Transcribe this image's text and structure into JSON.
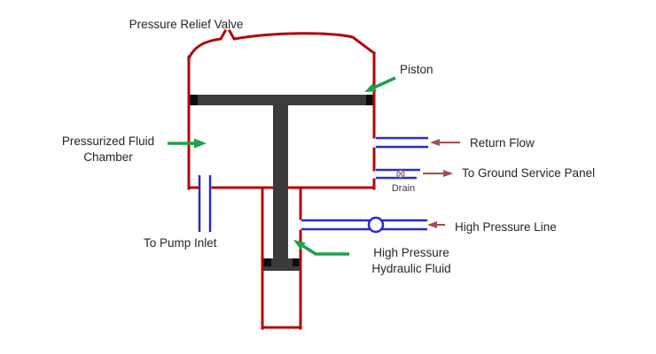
{
  "diagram": {
    "labels": {
      "pressure_relief_valve": "Pressure Relief Valve",
      "piston": "Piston",
      "pressurized_fluid_chamber": "Pressurized Fluid\nChamber",
      "return_flow": "Return Flow",
      "to_ground_service_panel": "To Ground Service Panel",
      "drain": "Drain",
      "to_pump_inlet": "To Pump Inlet",
      "high_pressure_line": "High Pressure Line",
      "high_pressure_hydraulic_fluid": "High Pressure\nHydraulic Fluid"
    },
    "symbols": {
      "check_valve_icon": "circle-valve on high pressure line",
      "drain_valve_icon": "circle-x valve on drain line"
    },
    "colors": {
      "wall": "#b10808",
      "pipe": "#2b2bcb",
      "flow_arrow": "#a34d4d",
      "pointer_arrow": "#1ba24c",
      "piston": "#3b3b3b",
      "seal": "#0d0d0d",
      "text": "#262626",
      "background": "#ffffff"
    }
  }
}
